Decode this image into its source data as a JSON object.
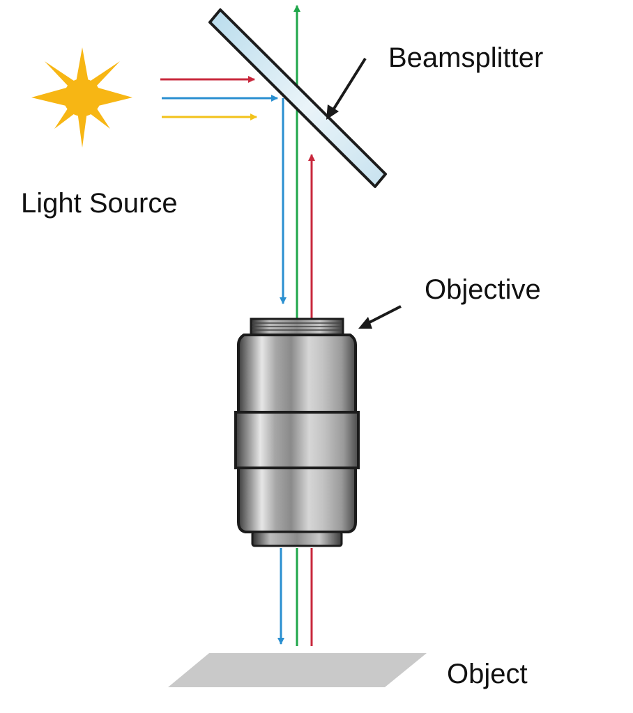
{
  "labels": {
    "beamsplitter": "Beamsplitter",
    "light_source": "Light Source",
    "objective": "Objective",
    "object": "Object"
  },
  "colors": {
    "red_ray": "#c8283c",
    "blue_ray": "#2a8fd0",
    "yellow_ray": "#f2c21a",
    "green_ray": "#1fa64a",
    "sun": "#f7b614",
    "beamsplitter_fill": "#d3e8f2",
    "object_plate": "#c9c9c9",
    "pointer_arrow": "#1a1a1a"
  },
  "icons": {
    "light_source": "sun-icon"
  }
}
